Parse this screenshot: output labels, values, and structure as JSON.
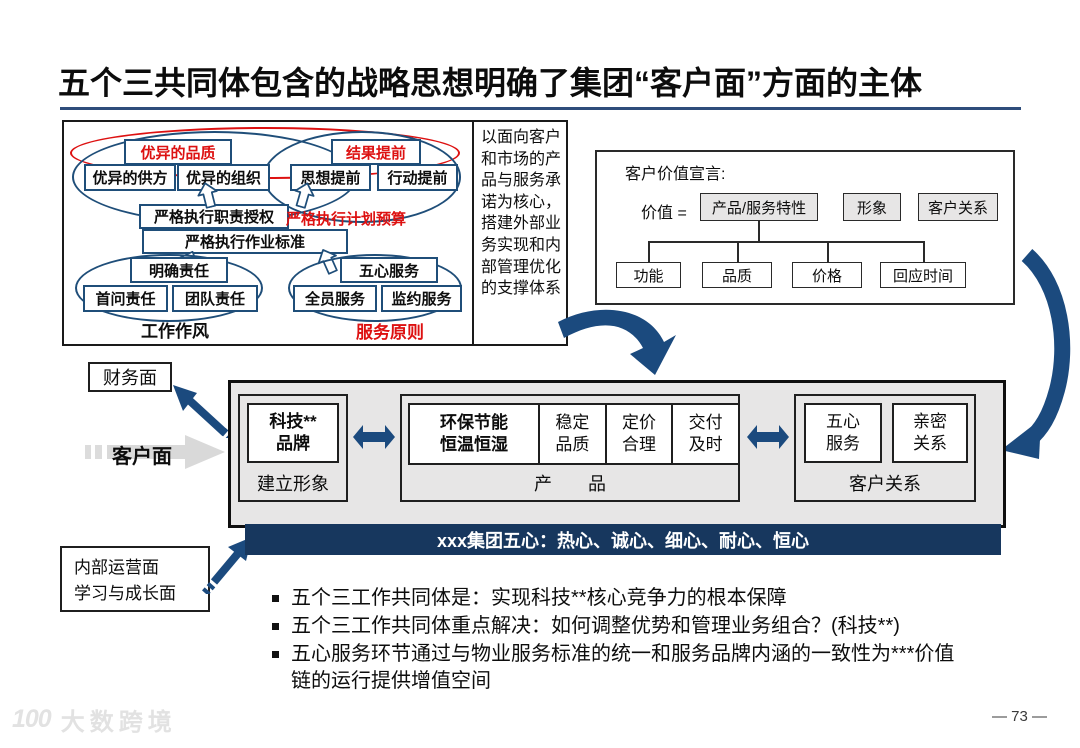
{
  "title": "五个三共同体包含的战略思想明确了集团“客户面”方面的主体",
  "work_community": {
    "quality_label": "优异的品质",
    "result_label": "结果提前",
    "supplier": "优异的供方",
    "organization": "优异的组织",
    "thought": "思想提前",
    "action": "行动提前",
    "duty_auth": "严格执行职责授权",
    "plan_budget": "严格执行计划预算",
    "work_standard": "严格执行作业标准",
    "clear_duty": "明确责任",
    "first_ask": "首问责任",
    "team_duty": "团队责任",
    "five_heart": "五心服务",
    "all_staff": "全员服务",
    "supervise": "监约服务",
    "work_style": "工作作风",
    "service_principle": "服务原则"
  },
  "core_note": "以面向客户和市场的产品与服务承诺为核心，搭建外部业务实现和内部管理优化的支撑体系",
  "customer_value": {
    "title": "客户价值宣言:",
    "equation_left": "价值 =",
    "components": [
      "产品/服务特性",
      "形象",
      "客户关系"
    ],
    "attributes": [
      "功能",
      "品质",
      "价格",
      "回应时间"
    ]
  },
  "perspectives": {
    "finance": "财务面",
    "customer": "客户面",
    "internal": "内部运营面",
    "learning": "学习与成长面"
  },
  "main_box": {
    "brand": "科技**\n品牌",
    "brand_label": "建立形象",
    "product_cells": [
      "环保节能\n恒温恒湿",
      "稳定\n品质",
      "定价\n合理",
      "交付\n及时"
    ],
    "product_label": "产　　品",
    "relation_cells": [
      "五心\n服务",
      "亲密\n关系"
    ],
    "relation_label": "客户关系"
  },
  "banner": "xxx集团五心：热心、诚心、细心、耐心、恒心",
  "bullets": [
    "五个三工作共同体是：实现科技**核心竞争力的根本保障",
    "五个三工作共同体重点解决：如何调整优势和管理业务组合？(科技**)",
    "五心服务环节通过与物业服务标准的统一和服务品牌内涵的一致性为***价值链的运行提供增值空间"
  ],
  "footer": {
    "logo_icon": "100",
    "logo_text": "大数跨境",
    "page": "— 73 —"
  },
  "colors": {
    "accent_navy": "#17375e",
    "diagram_blue": "#1f4e79",
    "arrow_blue": "#1b4a7e",
    "red": "#dd1111",
    "gray_fill": "#e7e6e6"
  }
}
